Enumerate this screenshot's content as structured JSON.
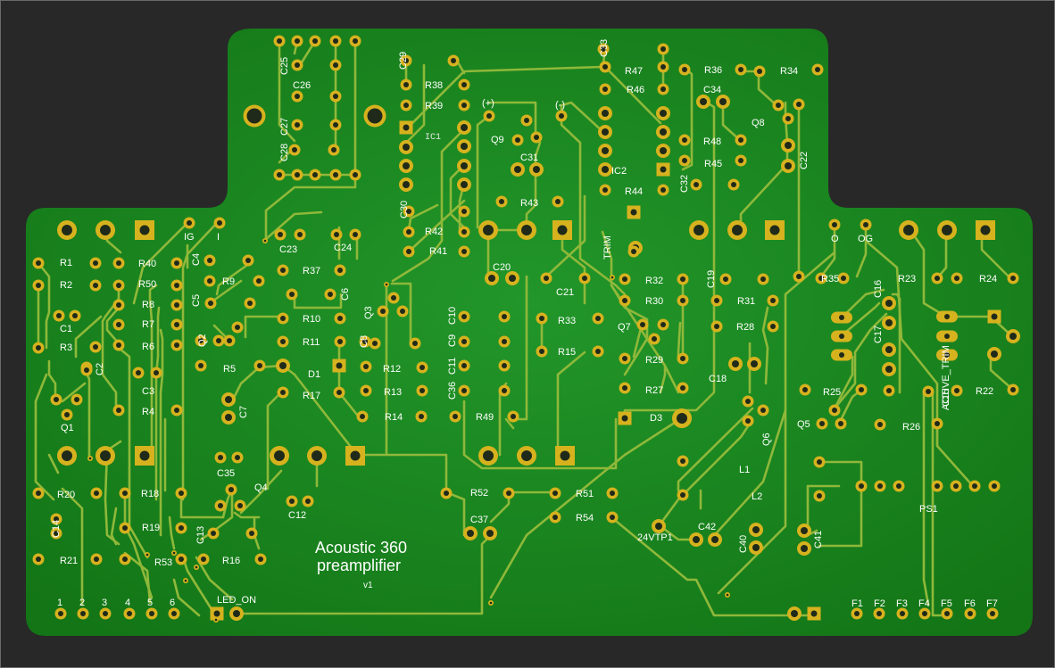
{
  "board": {
    "title_line1": "Acoustic 360",
    "title_line2": "preamplifier",
    "version": "v1",
    "colors": {
      "background": "#282828",
      "substrate": "#1f8a22",
      "copper_pad": "#d6b21e",
      "trace": "#8fb83a",
      "silkscreen": "#ffffff"
    }
  },
  "labels": {
    "C25": "C25",
    "C26": "C26",
    "C27": "C27",
    "C28": "C28",
    "C29": "C29",
    "R38": "R38",
    "R39": "R39",
    "IC1": "IC1",
    "plus": "(+)",
    "minus": "(-)",
    "Q9": "Q9",
    "C31": "C31",
    "C33": "C33",
    "R47": "R47",
    "R46": "R46",
    "IC2": "IC2",
    "R36": "R36",
    "R34": "R34",
    "C34": "C34",
    "Q8": "Q8",
    "R48": "R48",
    "R45": "R45",
    "C32": "C32",
    "C22": "C22",
    "R44": "R44",
    "R43": "R43",
    "C30": "C30",
    "R42": "R42",
    "R41": "R41",
    "TRIM": "TRIM",
    "IG": "IG",
    "I": "I",
    "O": "O",
    "OG": "OG",
    "R1": "R1",
    "R2": "R2",
    "R40": "R40",
    "R50": "R50",
    "R8": "R8",
    "R7": "R7",
    "R6": "R6",
    "C1": "C1",
    "R3": "R3",
    "C2": "C2",
    "C3": "C3",
    "R4": "R4",
    "Q1": "Q1",
    "C4": "C4",
    "C5": "C5",
    "R9": "R9",
    "Q2": "Q2",
    "R5": "R5",
    "C7": "C7",
    "C23": "C23",
    "C24": "C24",
    "R37": "R37",
    "C6": "C6",
    "R10": "R10",
    "R11": "R11",
    "Q3": "Q3",
    "C8": "C8",
    "D1": "D1",
    "R17": "R17",
    "R12": "R12",
    "R13": "R13",
    "R14": "R14",
    "C10": "C10",
    "C9": "C9",
    "C11": "C11",
    "C36": "C36",
    "R49": "R49",
    "C20": "C20",
    "C21": "C21",
    "R33": "R33",
    "R15": "R15",
    "R32": "R32",
    "R30": "R30",
    "Q7": "Q7",
    "R29": "R29",
    "R27": "R27",
    "D3": "D3",
    "C19": "C19",
    "R31": "R31",
    "R28": "R28",
    "C18": "C18",
    "Q6": "Q6",
    "L1": "L1",
    "L2": "L2",
    "R35": "R35",
    "C16": "C16",
    "C17": "C17",
    "R23": "R23",
    "R24": "R24",
    "R22": "R22",
    "ACTIVE_TRIM": "ACTIVE_TRIM",
    "C15": "C15",
    "R25": "R25",
    "Q5": "Q5",
    "R26": "R26",
    "PS1": "PS1",
    "R20": "R20",
    "C14": "C14",
    "R21": "R21",
    "R18": "R18",
    "R19": "R19",
    "R53": "R53",
    "C35": "C35",
    "Q4": "Q4",
    "C13": "C13",
    "R16": "R16",
    "C12": "C12",
    "R52": "R52",
    "C37": "C37",
    "R51": "R51",
    "R54": "R54",
    "24VTP1": "24VTP1",
    "C42": "C42",
    "C40": "C40",
    "C41": "C41",
    "LED_ON": "LED_ON",
    "pin1": "1",
    "pin2": "2",
    "pin3": "3",
    "pin4": "4",
    "pin5": "5",
    "pin6": "6",
    "F1": "F1",
    "F2": "F2",
    "F3": "F3",
    "F4": "F4",
    "F5": "F5",
    "F6": "F6",
    "F7": "F7"
  }
}
